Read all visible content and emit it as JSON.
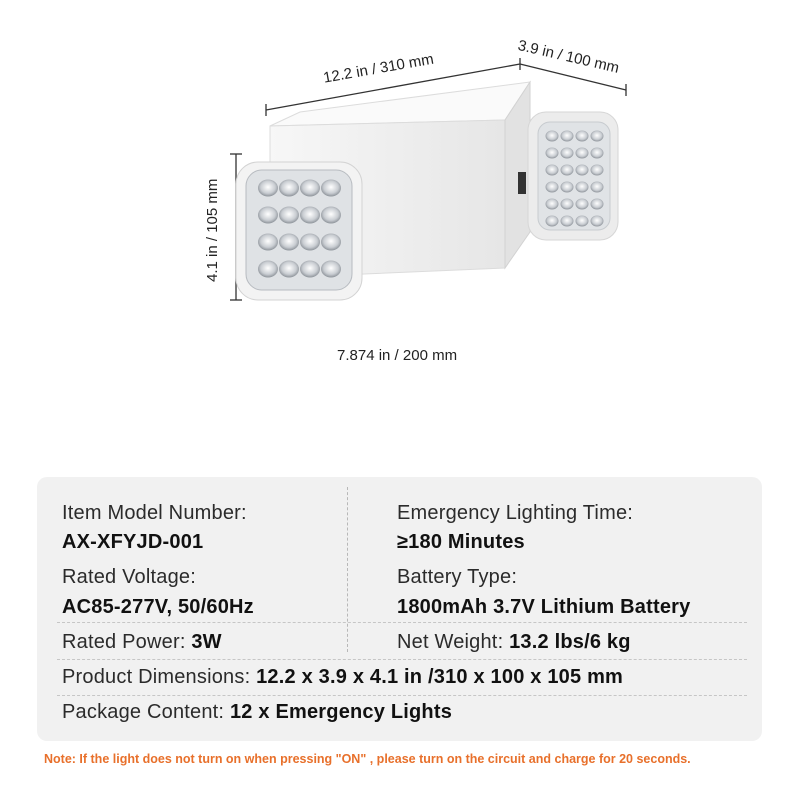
{
  "dimensions": {
    "length": "12.2 in / 310 mm",
    "depth": "3.9 in / 100 mm",
    "height": "4.1 in / 105 mm",
    "hole_spacing": "7.874 in / 200 mm"
  },
  "specs": {
    "model_label": "Item Model Number:",
    "model_value": "AX-XFYJD-001",
    "time_label": "Emergency Lighting Time:",
    "time_value": "≥180 Minutes",
    "voltage_label": "Rated Voltage:",
    "voltage_value": "AC85-277V, 50/60Hz",
    "battery_label": "Battery Type:",
    "battery_value": "1800mAh 3.7V Lithium Battery",
    "power_label": "Rated Power:",
    "power_value": "3W",
    "weight_label": "Net Weight:",
    "weight_value": "13.2 lbs/6 kg",
    "dimensions_label": "Product Dimensions:",
    "dimensions_value": "12.2 x 3.9 x 4.1 in /310 x 100 x 105 mm",
    "package_label": "Package Content:",
    "package_value": "12 x Emergency Lights"
  },
  "note": "Note: If the light does not turn on when pressing \"ON\" , please turn on the circuit and charge for 20 seconds.",
  "colors": {
    "note": "#e8702b",
    "panel": "#f1f1f1"
  }
}
